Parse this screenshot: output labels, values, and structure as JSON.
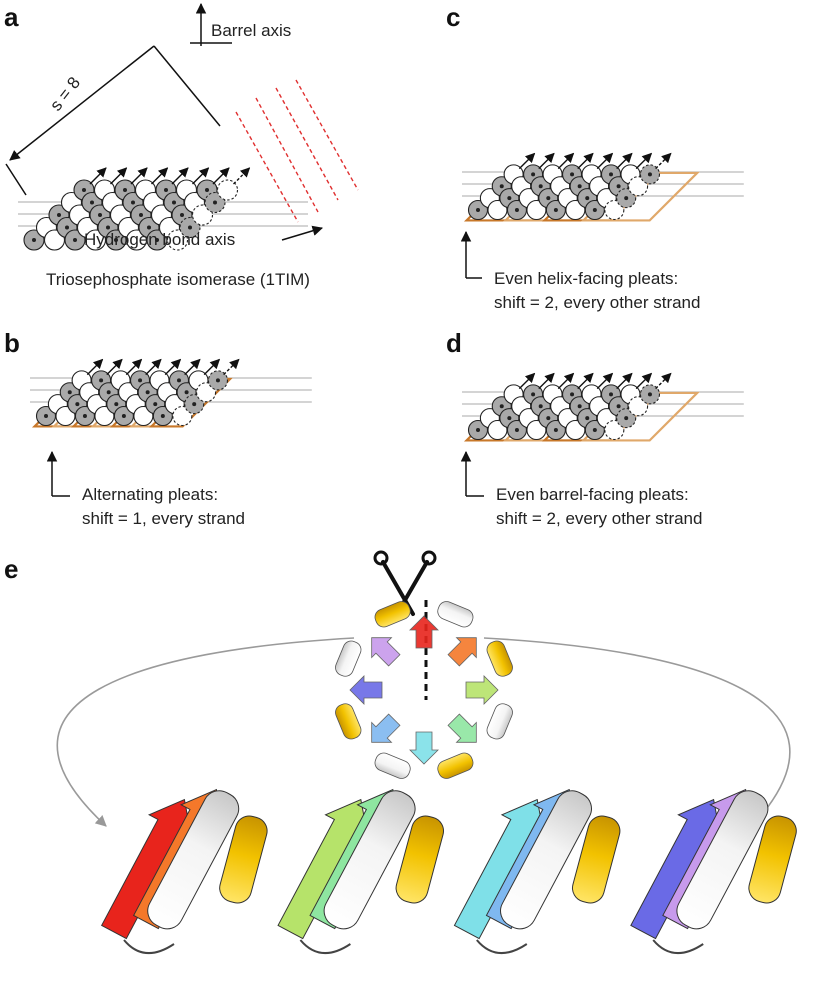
{
  "panels": {
    "a": {
      "letter": "a",
      "barrel_axis": "Barrel axis",
      "shear": "s = 8",
      "hbond_axis": "Hydrogen bond axis",
      "caption": "Triosephosphate isomerase (1TIM)"
    },
    "b": {
      "letter": "b",
      "caption_line1": "Alternating pleats:",
      "caption_line2": "shift = 1, every strand"
    },
    "c": {
      "letter": "c",
      "caption_line1": "Even helix-facing pleats:",
      "caption_line2": "shift = 2, every other strand"
    },
    "d": {
      "letter": "d",
      "caption_line1": "Even barrel-facing pleats:",
      "caption_line2": "shift = 2, every other strand"
    },
    "e": {
      "letter": "e"
    }
  },
  "colors": {
    "pleat_outline": "#c8782a",
    "pleat_outline_light": "#e0a86a",
    "residue_shaded": "#a9a9a9",
    "hbond_axis_dash": "#e03030",
    "helix_yellow": "#f2c200",
    "strand_colors": [
      "#e8241c",
      "#f4782a",
      "#b6e36a",
      "#8ee6a0",
      "#7fe0e8",
      "#7fb8f0",
      "#6a6ae6",
      "#c79aec"
    ]
  },
  "icons": {
    "cut": "scissors-icon"
  }
}
